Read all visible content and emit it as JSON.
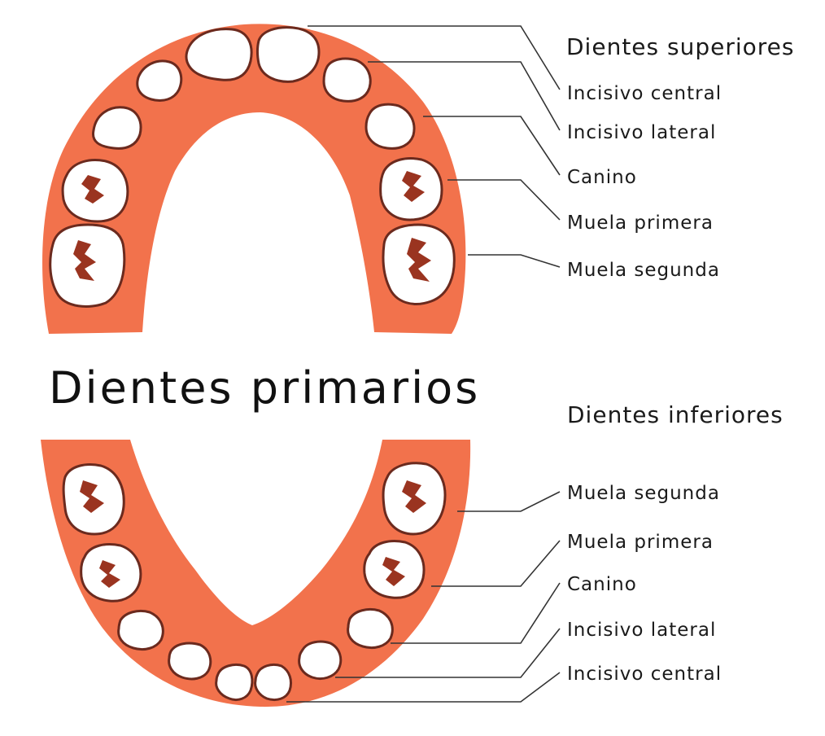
{
  "title": "Dientes primarios",
  "upper": {
    "heading": "Dientes superiores",
    "labels": [
      "Incisivo central",
      "Incisivo lateral",
      "Canino",
      "Muela primera",
      "Muela segunda"
    ]
  },
  "lower": {
    "heading": "Dientes inferiores",
    "labels": [
      "Muela segunda",
      "Muela primera",
      "Canino",
      "Incisivo lateral",
      "Incisivo central"
    ]
  },
  "colors": {
    "gum": "#f2724c",
    "tooth": "#ffffff",
    "tooth_outline": "#6b2a1e",
    "fissure": "#9a3420",
    "text": "#1a1a1a"
  }
}
